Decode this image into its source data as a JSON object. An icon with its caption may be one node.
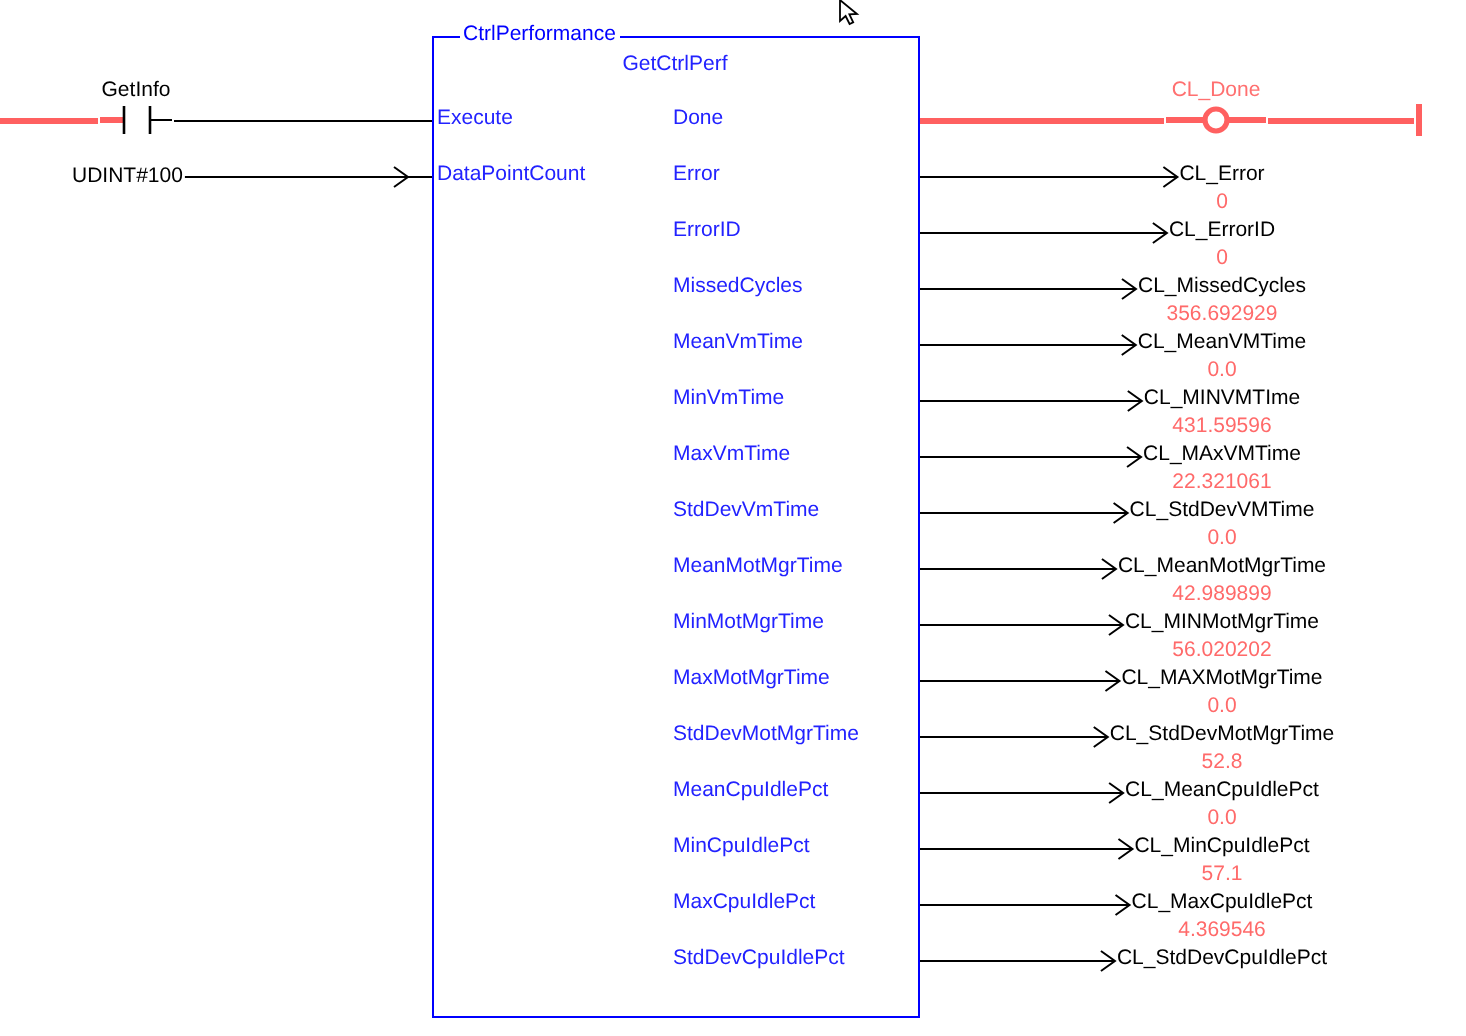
{
  "diagram": {
    "nodes": [
      {
        "text": [
          "CtrlPerformance",
          "GetCtrlPerf",
          "Execute",
          "Done",
          "DataPointCount",
          "Error",
          "ErrorID",
          "MissedCycles",
          "MeanVmTime",
          "MinVmTime",
          "MaxVmTime",
          "StdDevVmTime",
          "MeanMotMgrTime",
          "MinMotMgrTime",
          "MaxMotMgrTime",
          "StdDevMotMgrTime",
          "MeanCpuIdlePct",
          "MinCpuIdlePct",
          "MaxCpuIdlePct",
          "StdDevCpuIdlePct"
        ]
      },
      {
        "text": [
          "GetInfo"
        ]
      },
      {
        "text": [
          "CL_Done"
        ]
      },
      {
        "text": [],
        "shape": "bar"
      },
      {
        "text": [
          "UDINT#100"
        ]
      },
      {
        "text": [
          "CL_Error"
        ]
      },
      {
        "text": [
          "CL_ErrorID"
        ]
      },
      {
        "text": [
          "CL_MissedCycles"
        ]
      },
      {
        "text": [
          "CL_MeanVMTime"
        ]
      },
      {
        "text": [
          "CL_MINVMTIme"
        ]
      },
      {
        "text": [
          "CL_MAxVMTime"
        ]
      },
      {
        "text": [
          "CL_StdDevVMTime"
        ]
      },
      {
        "text": [
          "CL_MeanMotMgrTime"
        ]
      },
      {
        "text": [
          "CL_MINMotMgrTime"
        ]
      },
      {
        "text": [
          "CL_MAXMotMgrTime"
        ]
      },
      {
        "text": [
          "CL_StdDevMotMgrTime"
        ]
      },
      {
        "text": [
          "CL_MeanCpuIdlePct"
        ]
      },
      {
        "text": [
          "CL_MinCpuIdlePct"
        ]
      },
      {
        "text": [
          "CL_MaxCpuIdlePct"
        ]
      },
      {
        "text": [
          "CL_StdDevCpuIdlePct"
        ]
      }
    ],
    "edges": [
      {
        "from": null,
        "to": 1,
        "arrow": "none",
        "style": "thick",
        "color": "#ff6060"
      },
      {
        "from": 1,
        "to": 0,
        "arrow": "none"
      },
      {
        "from": 0,
        "to": 2,
        "arrow": "none",
        "style": "thick",
        "color": "#ff6060"
      },
      {
        "from": 2,
        "to": 3,
        "arrow": "none",
        "style": "thick",
        "color": "#ff6060"
      },
      {
        "from": 4,
        "to": 0,
        "arrow": "to"
      },
      {
        "from": 0,
        "to": 5,
        "arrow": "to"
      },
      {
        "from": 0,
        "to": 6,
        "arrow": "to"
      },
      {
        "from": 0,
        "to": 7,
        "arrow": "to"
      },
      {
        "from": 0,
        "to": 8,
        "arrow": "to"
      },
      {
        "from": 0,
        "to": 9,
        "arrow": "to"
      },
      {
        "from": 0,
        "to": 10,
        "arrow": "to"
      },
      {
        "from": 0,
        "to": 11,
        "arrow": "to"
      },
      {
        "from": 0,
        "to": 12,
        "arrow": "to"
      },
      {
        "from": 0,
        "to": 13,
        "arrow": "to"
      },
      {
        "from": 0,
        "to": 14,
        "arrow": "to"
      },
      {
        "from": 0,
        "to": 15,
        "arrow": "to"
      },
      {
        "from": 0,
        "to": 16,
        "arrow": "to"
      },
      {
        "from": 0,
        "to": 17,
        "arrow": "to"
      },
      {
        "from": 0,
        "to": 18,
        "arrow": "to"
      },
      {
        "from": 0,
        "to": 19,
        "arrow": "to"
      }
    ],
    "labels": [
      "0",
      "0",
      "356.692929",
      "0.0",
      "431.59596",
      "22.321061",
      "0.0",
      "42.989899",
      "56.020202",
      "0.0",
      "52.8",
      "0.0",
      "57.1",
      "4.369546"
    ]
  }
}
